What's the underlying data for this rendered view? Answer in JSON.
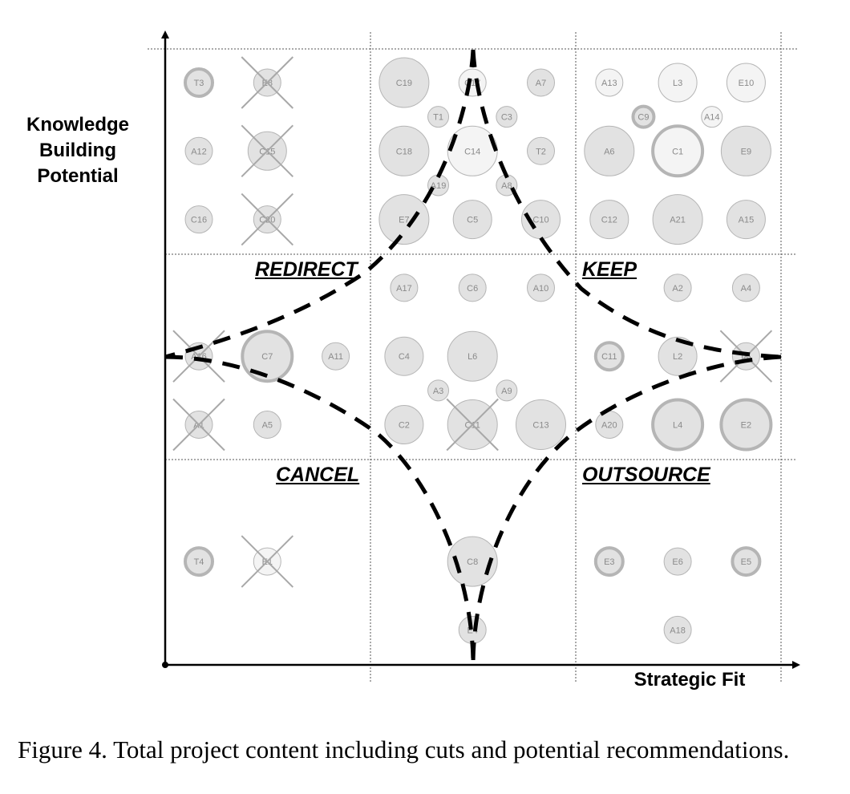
{
  "figure": {
    "y_axis_label": [
      "Knowledge",
      "Building",
      "Potential"
    ],
    "x_axis_label": "Strategic Fit",
    "zones": {
      "redirect": "REDIRECT",
      "keep": "KEEP",
      "cancel": "CANCEL",
      "outsource": "OUTSOURCE"
    },
    "colors": {
      "bubble_fill": "#e2e2e2",
      "bubble_fill_light": "#f4f4f4",
      "bubble_stroke": "#b5b5b5",
      "bubble_label": "#8a8a8a",
      "cross": "#a8a8a8",
      "axis": "#000000",
      "grid": "#555555",
      "dashed_boundary": "#000000"
    },
    "projects": [
      {
        "label": "T3",
        "col": 1,
        "row": 1,
        "size": "s",
        "ring": "thick"
      },
      {
        "label": "E8",
        "col": 2,
        "row": 1,
        "size": "s",
        "cut": true
      },
      {
        "label": "A12",
        "col": 1,
        "row": 2,
        "size": "s"
      },
      {
        "label": "C15",
        "col": 2,
        "row": 2,
        "size": "m",
        "cut": true
      },
      {
        "label": "C16",
        "col": 1,
        "row": 3,
        "size": "s"
      },
      {
        "label": "C20",
        "col": 2,
        "row": 3,
        "size": "s",
        "cut": true
      },
      {
        "label": "C19",
        "col": 4,
        "row": 1,
        "size": "l"
      },
      {
        "label": "C17",
        "col": 5,
        "row": 1,
        "size": "s",
        "fill": "light"
      },
      {
        "label": "A7",
        "col": 6,
        "row": 1,
        "size": "s"
      },
      {
        "label": "T1",
        "col": 4.5,
        "row": 1.5,
        "size": "xs"
      },
      {
        "label": "C3",
        "col": 5.5,
        "row": 1.5,
        "size": "xs"
      },
      {
        "label": "C18",
        "col": 4,
        "row": 2,
        "size": "l"
      },
      {
        "label": "C14",
        "col": 5,
        "row": 2,
        "size": "l",
        "fill": "light"
      },
      {
        "label": "T2",
        "col": 6,
        "row": 2,
        "size": "s"
      },
      {
        "label": "A19",
        "col": 4.5,
        "row": 2.5,
        "size": "xs"
      },
      {
        "label": "A8",
        "col": 5.5,
        "row": 2.5,
        "size": "xs"
      },
      {
        "label": "E7",
        "col": 4,
        "row": 3,
        "size": "l"
      },
      {
        "label": "C5",
        "col": 5,
        "row": 3,
        "size": "m"
      },
      {
        "label": "C10",
        "col": 6,
        "row": 3,
        "size": "m"
      },
      {
        "label": "A13",
        "col": 7,
        "row": 1,
        "size": "s",
        "fill": "light"
      },
      {
        "label": "L3",
        "col": 8,
        "row": 1,
        "size": "m",
        "fill": "light"
      },
      {
        "label": "E10",
        "col": 9,
        "row": 1,
        "size": "m",
        "fill": "light"
      },
      {
        "label": "C9",
        "col": 7.5,
        "row": 1.5,
        "size": "xs",
        "ring": "thick"
      },
      {
        "label": "A14",
        "col": 8.5,
        "row": 1.5,
        "size": "xs",
        "fill": "light"
      },
      {
        "label": "A6",
        "col": 7,
        "row": 2,
        "size": "l"
      },
      {
        "label": "C1",
        "col": 8,
        "row": 2,
        "size": "l",
        "ring": "thick",
        "fill": "light"
      },
      {
        "label": "E9",
        "col": 9,
        "row": 2,
        "size": "l"
      },
      {
        "label": "C12",
        "col": 7,
        "row": 3,
        "size": "m"
      },
      {
        "label": "A21",
        "col": 8,
        "row": 3,
        "size": "l"
      },
      {
        "label": "A15",
        "col": 9,
        "row": 3,
        "size": "m"
      },
      {
        "label": "A17",
        "col": 4,
        "row": 4,
        "size": "s"
      },
      {
        "label": "C6",
        "col": 5,
        "row": 4,
        "size": "s"
      },
      {
        "label": "A10",
        "col": 6,
        "row": 4,
        "size": "s"
      },
      {
        "label": "A16",
        "col": 1,
        "row": 5,
        "size": "s",
        "cut": true
      },
      {
        "label": "C7",
        "col": 2,
        "row": 5,
        "size": "l",
        "ring": "thick"
      },
      {
        "label": "A11",
        "col": 3,
        "row": 5,
        "size": "s"
      },
      {
        "label": "C4",
        "col": 4,
        "row": 5,
        "size": "m"
      },
      {
        "label": "L6",
        "col": 5,
        "row": 5,
        "size": "l"
      },
      {
        "label": "A3",
        "col": 4.5,
        "row": 5.5,
        "size": "xs"
      },
      {
        "label": "A9",
        "col": 5.5,
        "row": 5.5,
        "size": "xs"
      },
      {
        "label": "A1",
        "col": 1,
        "row": 6,
        "size": "s",
        "cut": true
      },
      {
        "label": "A5",
        "col": 2,
        "row": 6,
        "size": "s"
      },
      {
        "label": "C2",
        "col": 4,
        "row": 6,
        "size": "m"
      },
      {
        "label": "C11",
        "col": 5,
        "row": 6,
        "size": "l",
        "cut": true
      },
      {
        "label": "C13",
        "col": 6,
        "row": 6,
        "size": "l"
      },
      {
        "label": "A2",
        "col": 8,
        "row": 4,
        "size": "s"
      },
      {
        "label": "A4",
        "col": 9,
        "row": 4,
        "size": "s"
      },
      {
        "label": "C11",
        "col": 7,
        "row": 5,
        "size": "s",
        "ring": "thick"
      },
      {
        "label": "L2",
        "col": 8,
        "row": 5,
        "size": "m"
      },
      {
        "label": "L5",
        "col": 9,
        "row": 5,
        "size": "s",
        "cut": true
      },
      {
        "label": "A20",
        "col": 7,
        "row": 6,
        "size": "s"
      },
      {
        "label": "L4",
        "col": 8,
        "row": 6,
        "size": "l",
        "ring": "thick"
      },
      {
        "label": "E2",
        "col": 9,
        "row": 6,
        "size": "l",
        "ring": "thick"
      },
      {
        "label": "T4",
        "col": 1,
        "row": 8,
        "size": "s",
        "ring": "thick"
      },
      {
        "label": "E1",
        "col": 2,
        "row": 8,
        "size": "s",
        "cut": true,
        "fill": "light"
      },
      {
        "label": "C8",
        "col": 5,
        "row": 8,
        "size": "l"
      },
      {
        "label": "E4",
        "col": 5,
        "row": 9,
        "size": "s"
      },
      {
        "label": "E3",
        "col": 7,
        "row": 8,
        "size": "s",
        "ring": "thick"
      },
      {
        "label": "E6",
        "col": 8,
        "row": 8,
        "size": "s"
      },
      {
        "label": "E5",
        "col": 9,
        "row": 8,
        "size": "s",
        "ring": "thick"
      },
      {
        "label": "A18",
        "col": 8,
        "row": 9,
        "size": "s"
      }
    ]
  },
  "caption": "Figure 4.  Total project content including cuts and potential recommendations."
}
